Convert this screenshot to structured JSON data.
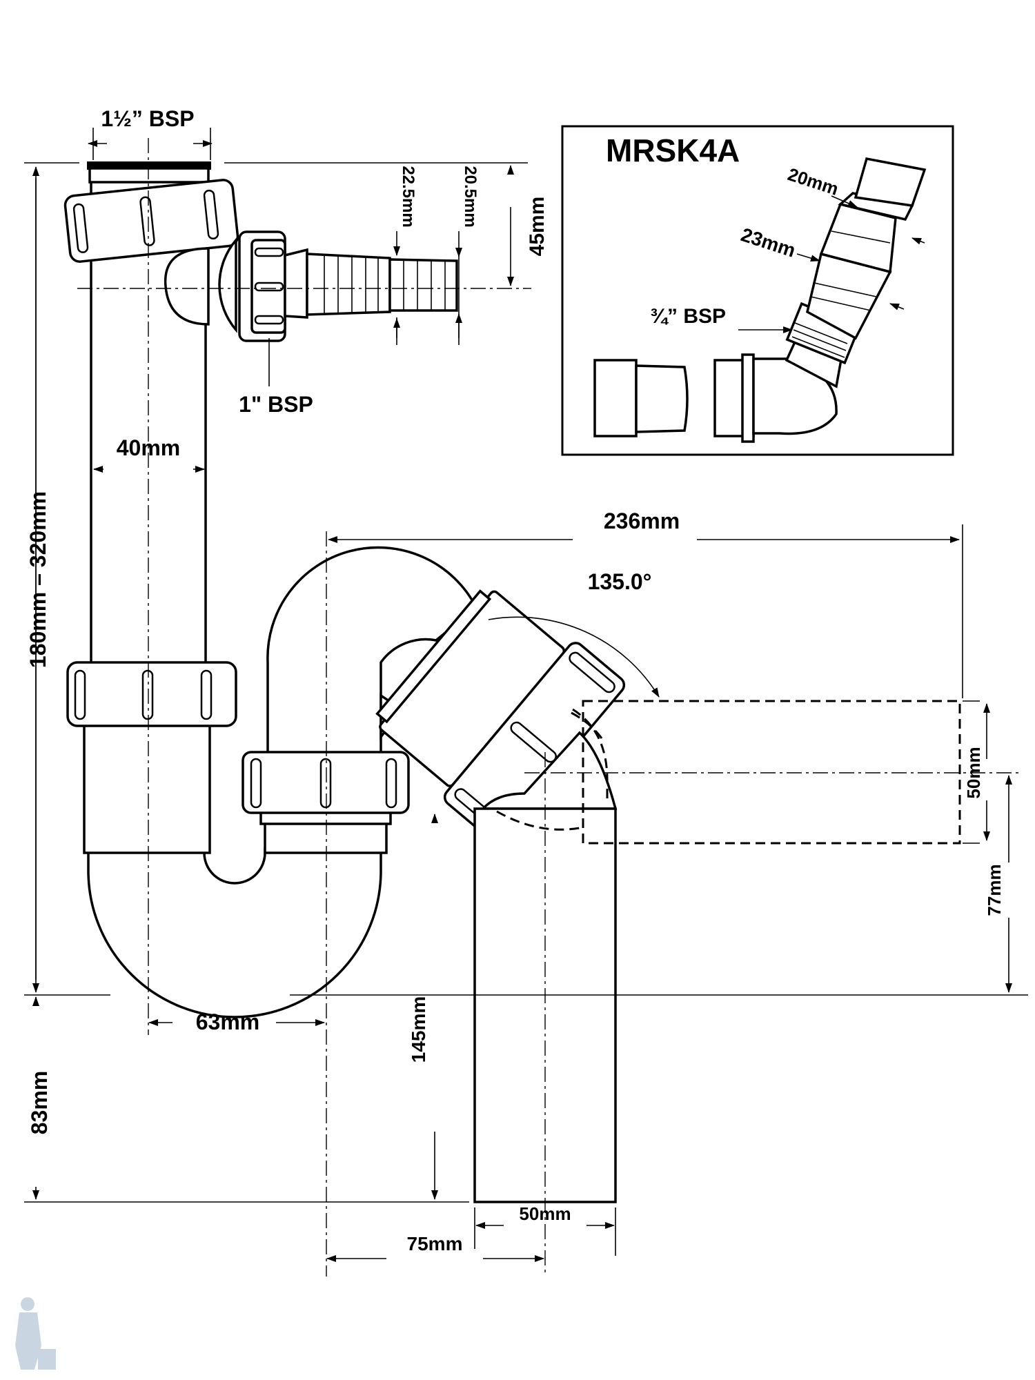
{
  "title": "MRSK4A",
  "inlet_size": "1½” BSP",
  "side_inlet_size": "1\" BSP",
  "spigot_outer": "22.5mm",
  "spigot_tip": "20.5mm",
  "spigot_offset": "45mm",
  "pipe_diameter": "40mm",
  "height_range": "180mm – 320mm",
  "trap_offset": "63mm",
  "seal_depth": "83mm",
  "outlet_height": "145mm",
  "outlet_width": "50mm",
  "outlet_offset": "75mm",
  "overall_width": "236mm",
  "bend_angle": "135.0°",
  "branch_diameter": "50mm",
  "branch_height": "77mm",
  "inset": {
    "title": "MRSK4A",
    "tip_size": "20mm",
    "mid_size": "23mm",
    "thread_size": "¾” BSP"
  },
  "colors": {
    "line": "#000000",
    "background": "#ffffff",
    "watermark": "#9fb4cc"
  }
}
